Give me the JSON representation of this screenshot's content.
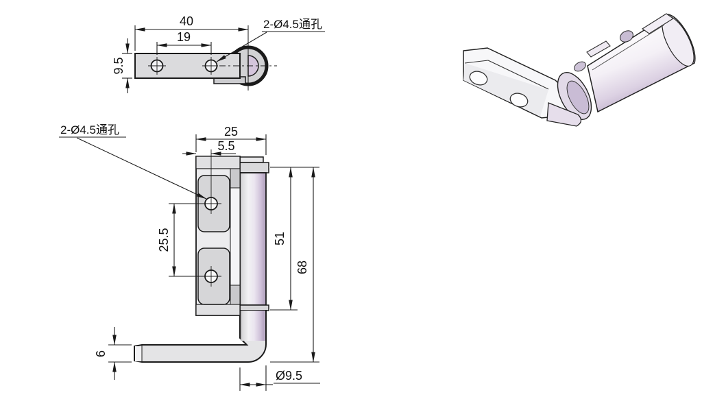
{
  "drawing": {
    "title": "hinge-technical-drawing",
    "background": "#ffffff",
    "part_colors": {
      "metal_light": "#ececee",
      "metal_mid": "#d6d6d8",
      "lavender_accent": "#cfc1d9",
      "outline": "#1a1a1a"
    },
    "views": {
      "top_view": {
        "dim_overall_width": "40",
        "dim_hole_spacing": "19",
        "dim_plate_height": "9.5",
        "holes_label": "2-Ø4.5通孔"
      },
      "front_view": {
        "dim_overall_width": "25",
        "dim_hole_offset": "5.5",
        "dim_hole_spacing": "25.5",
        "dim_barrel_length": "51",
        "dim_overall_height": "68",
        "dim_arm_thickness": "6",
        "dim_barrel_diameter": "Ø9.5",
        "holes_label": "2-Ø4.5通孔"
      }
    }
  }
}
